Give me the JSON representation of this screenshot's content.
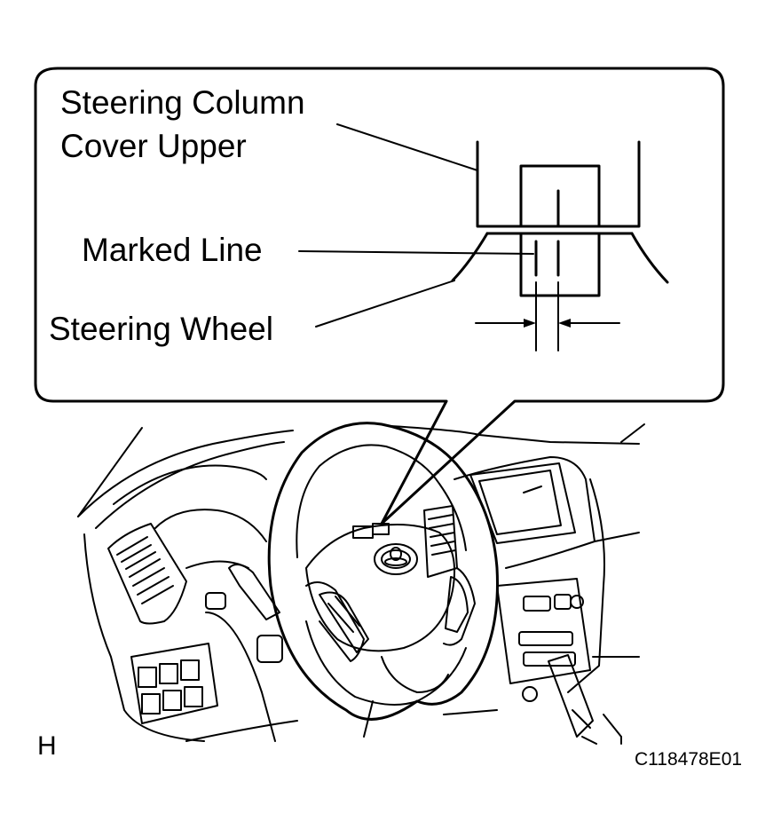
{
  "callout": {
    "label_column_cover_line1": "Steering Column",
    "label_column_cover_line2": "Cover Upper",
    "label_marked_line": "Marked Line",
    "label_steering_wheel": "Steering Wheel"
  },
  "corner_letter": "H",
  "figure_code": "C118478E01",
  "icons": [
    "toyota-emblem-icon"
  ]
}
